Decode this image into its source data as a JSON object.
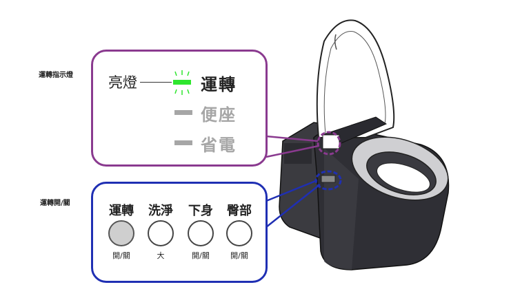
{
  "labels": {
    "indicator_title": "運轉指示燈",
    "switch_title": "運轉開/關"
  },
  "indicator": {
    "lamp_label": "亮燈",
    "modes": [
      {
        "label": "運轉",
        "active": true
      },
      {
        "label": "便座",
        "active": false
      },
      {
        "label": "省電",
        "active": false
      }
    ]
  },
  "buttons": [
    {
      "label": "運轉",
      "sub": "開/關",
      "pressed": true
    },
    {
      "label": "洗淨",
      "sub": "大",
      "pressed": false
    },
    {
      "label": "下身",
      "sub": "開/關",
      "pressed": false
    },
    {
      "label": "臀部",
      "sub": "開/關",
      "pressed": false
    }
  ],
  "colors": {
    "purple": "#8a3a8f",
    "blue": "#1f2fb3",
    "lamp_green": "#2ee62e",
    "dim_grey": "#a6a6a6"
  }
}
